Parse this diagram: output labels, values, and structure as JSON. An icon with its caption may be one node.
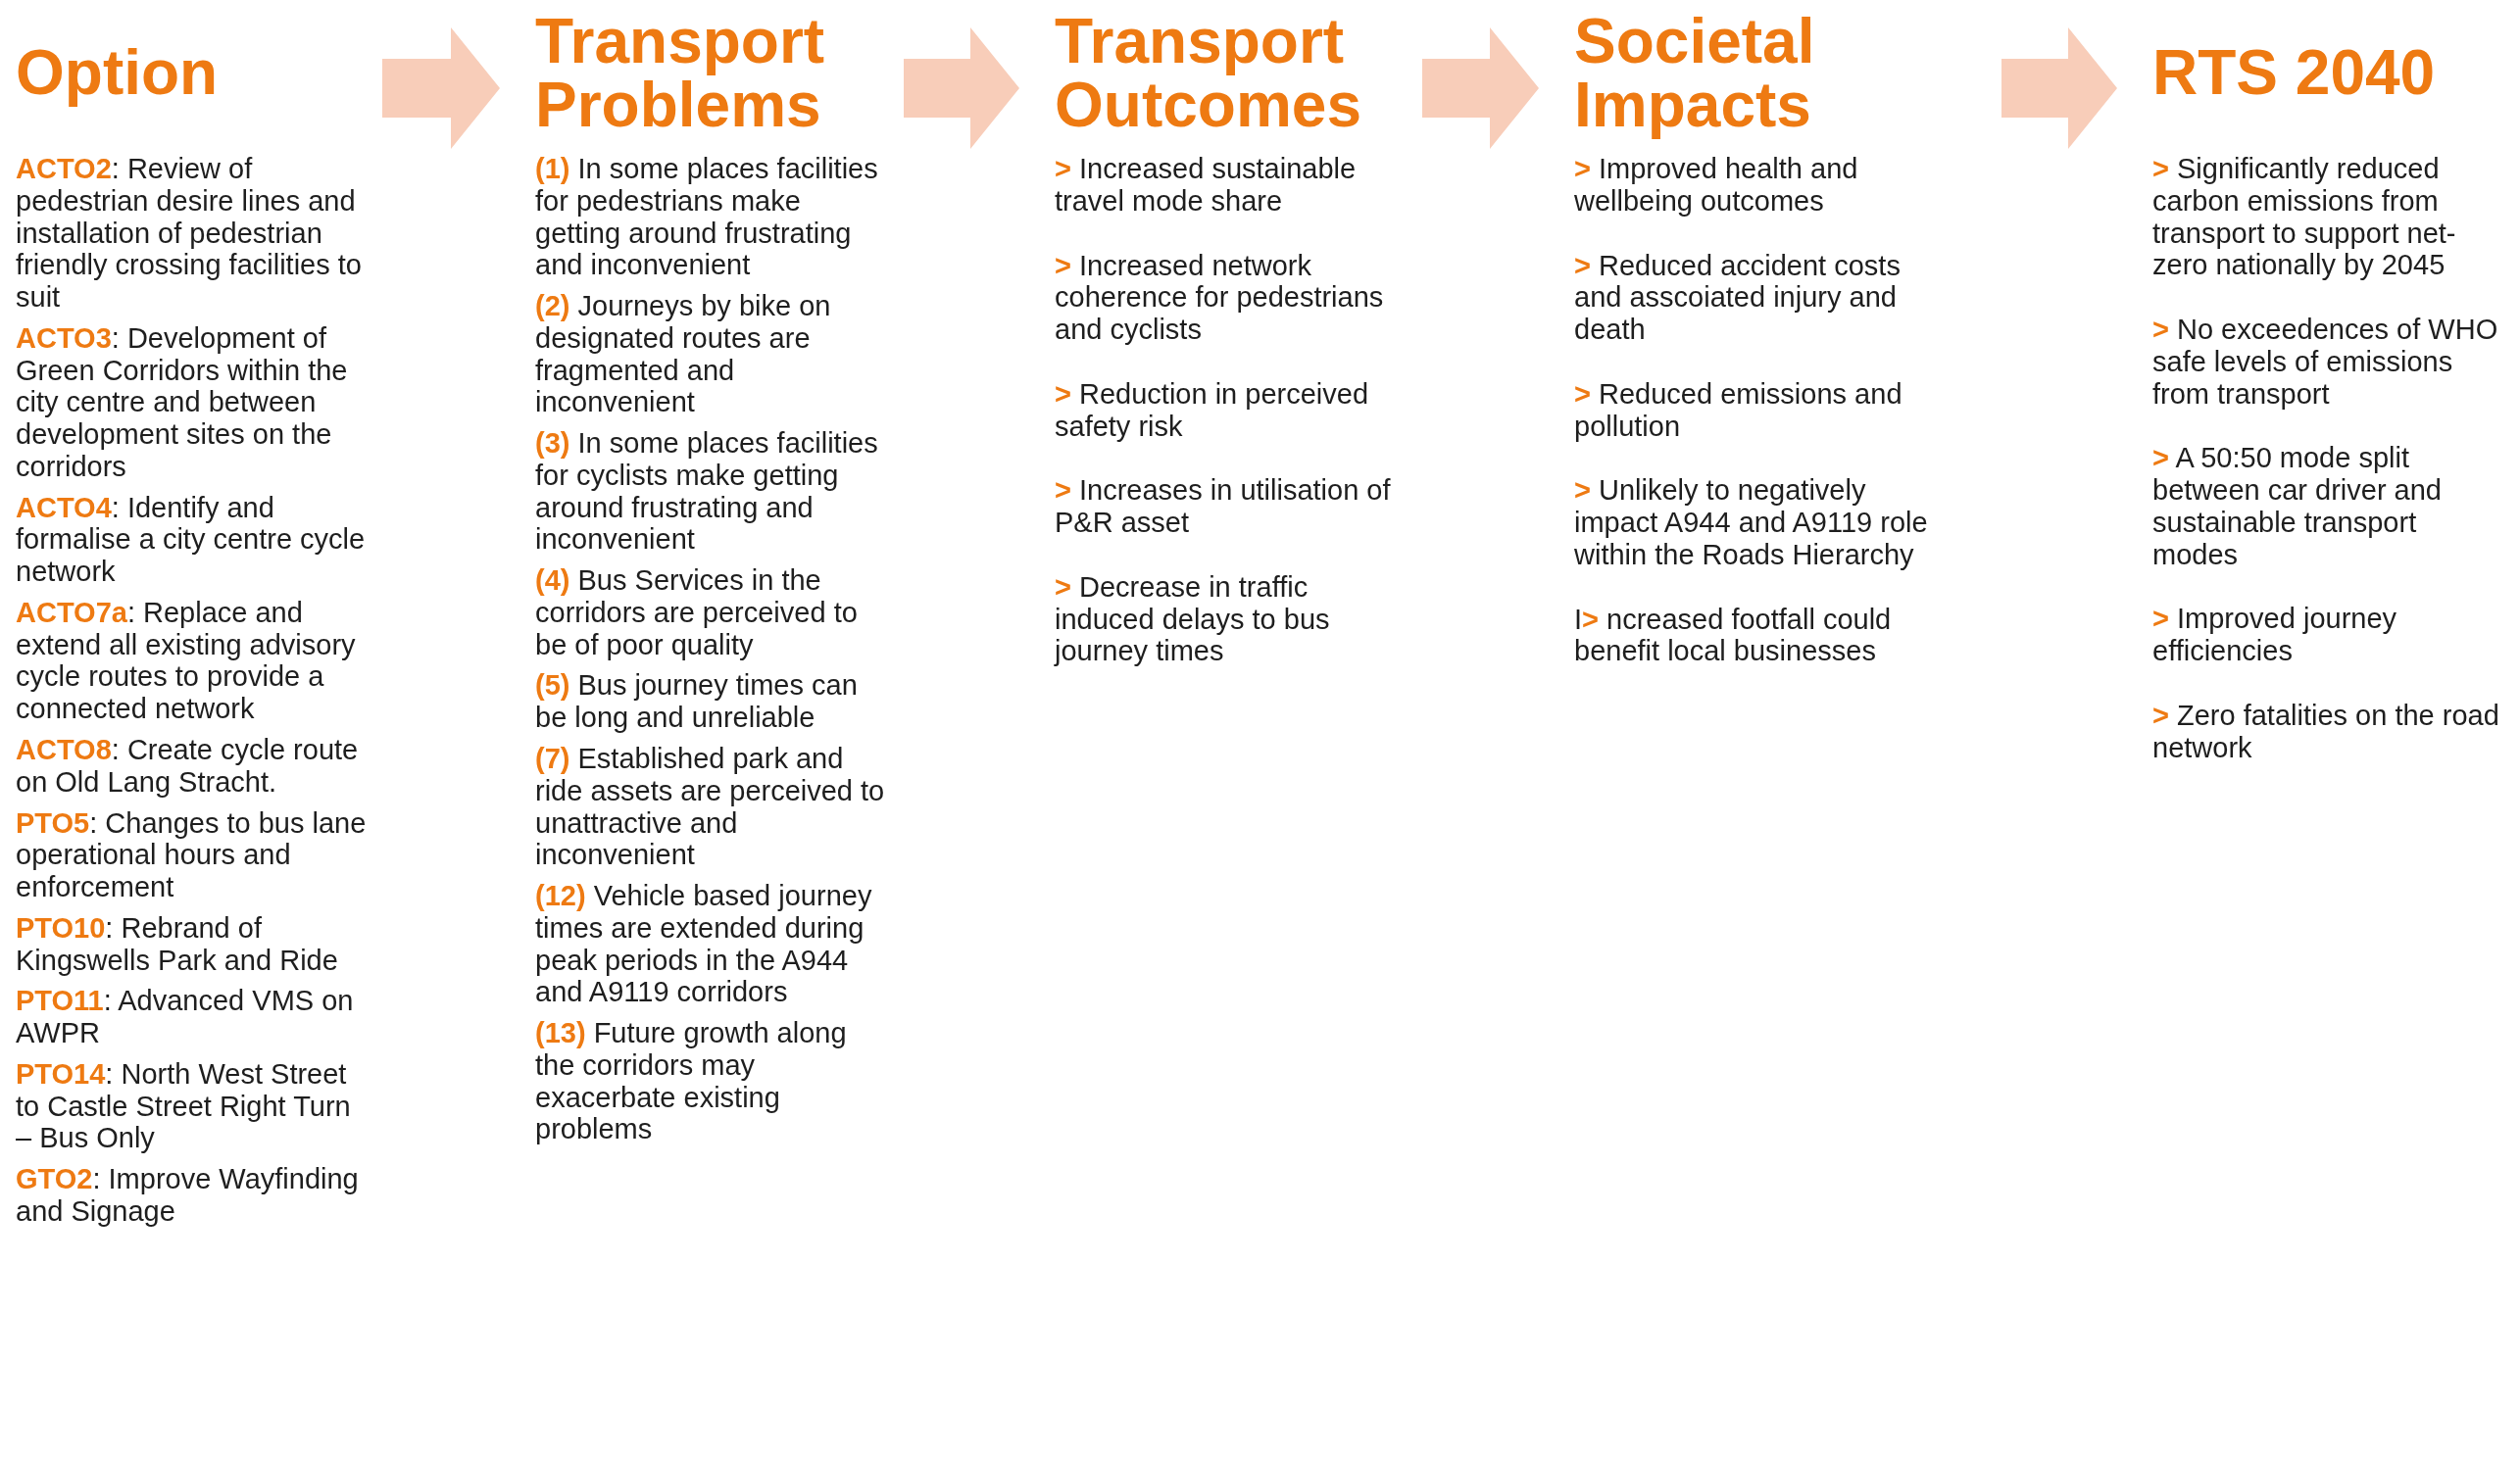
{
  "diagram": {
    "nodes": [
      {
        "text": [
          "Option"
        ],
        "beside": [
          "**ACTO2**: Review of pedestrian desire lines and installation of pedestrian friendly crossing facilities to suit",
          "**ACTO3**: Development of Green Corridors within the city centre and between development sites on the corridors",
          "**ACTO4**: Identify and formalise a city centre cycle network",
          "**ACTO7a**: Replace and extend all existing advisory cycle routes to provide a connected network",
          "**ACTO8**: Create cycle route on Old Lang Stracht.",
          "**PTO5**: Changes to bus lane operational hours and enforcement",
          "**PTO10**: Rebrand of Kingswells Park and Ride",
          "**PTO11**: Advanced VMS on AWPR",
          "**PTO14**: North West Street to Castle Street Right Turn – Bus Only",
          "**GTO2**: Improve Wayfinding and Signage"
        ]
      },
      {
        "text": [
          "Transport Problems"
        ],
        "beside": [
          "**(1)** In some places facilities for pedestrians make getting around frustrating and inconvenient",
          "**(2)** Journeys by bike on designated routes are fragmented and inconvenient",
          "**(3)** In some places facilities for cyclists make getting around frustrating and inconvenient",
          "**(4)** Bus Services in the corridors are perceived to be of poor quality",
          "**(5)** Bus journey times can be long and unreliable",
          "**(7)** Established park and ride assets are perceived to unattractive and inconvenient",
          "**(12)** Vehicle based journey times are extended during peak periods in the A944 and A9119 corridors",
          "**(13)** Future growth along the corridors may exacerbate existing problems"
        ]
      },
      {
        "text": [
          "Transport Outcomes"
        ],
        "beside": [
          "**>** Increased sustainable travel mode share",
          "**>** Increased network coherence for pedestrians and cyclists",
          "**>** Reduction in perceived safety risk",
          "**>** Increases in utilisation of P&R asset",
          "**>** Decrease in traffic induced delays to bus journey times"
        ]
      },
      {
        "text": [
          "Societal Impacts"
        ],
        "beside": [
          "**>** Improved health and wellbeing outcomes",
          "**>** Reduced accident costs and asscoiated injury and death",
          "**>** Reduced emissions and pollution",
          "**>** Unlikely to negatively impact A944 and A9119 role within the Roads Hierarchy",
          "I**>** ncreased footfall could benefit local businesses"
        ]
      },
      {
        "text": [
          "RTS 2040"
        ],
        "beside": [
          "**>** Significantly reduced carbon emissions from transport to support net-zero nationally by 2045",
          "**>** No exceedences of WHO safe levels of emissions from transport",
          "**>** A 50:50 mode split between car driver and sustainable transport modes",
          "**>** Improved journey efficiencies",
          "**>** Zero fatalities on the road network"
        ]
      }
    ],
    "edges": [
      {
        "from": 0,
        "to": 1,
        "arrow": "to",
        "style": "thick",
        "color": "#f8cdb9"
      },
      {
        "from": 1,
        "to": 2,
        "arrow": "to",
        "style": "thick",
        "color": "#f8cdb9"
      },
      {
        "from": 2,
        "to": 3,
        "arrow": "to",
        "style": "thick",
        "color": "#f8cdb9"
      },
      {
        "from": 3,
        "to": 4,
        "arrow": "to",
        "style": "thick",
        "color": "#f8cdb9"
      }
    ]
  }
}
